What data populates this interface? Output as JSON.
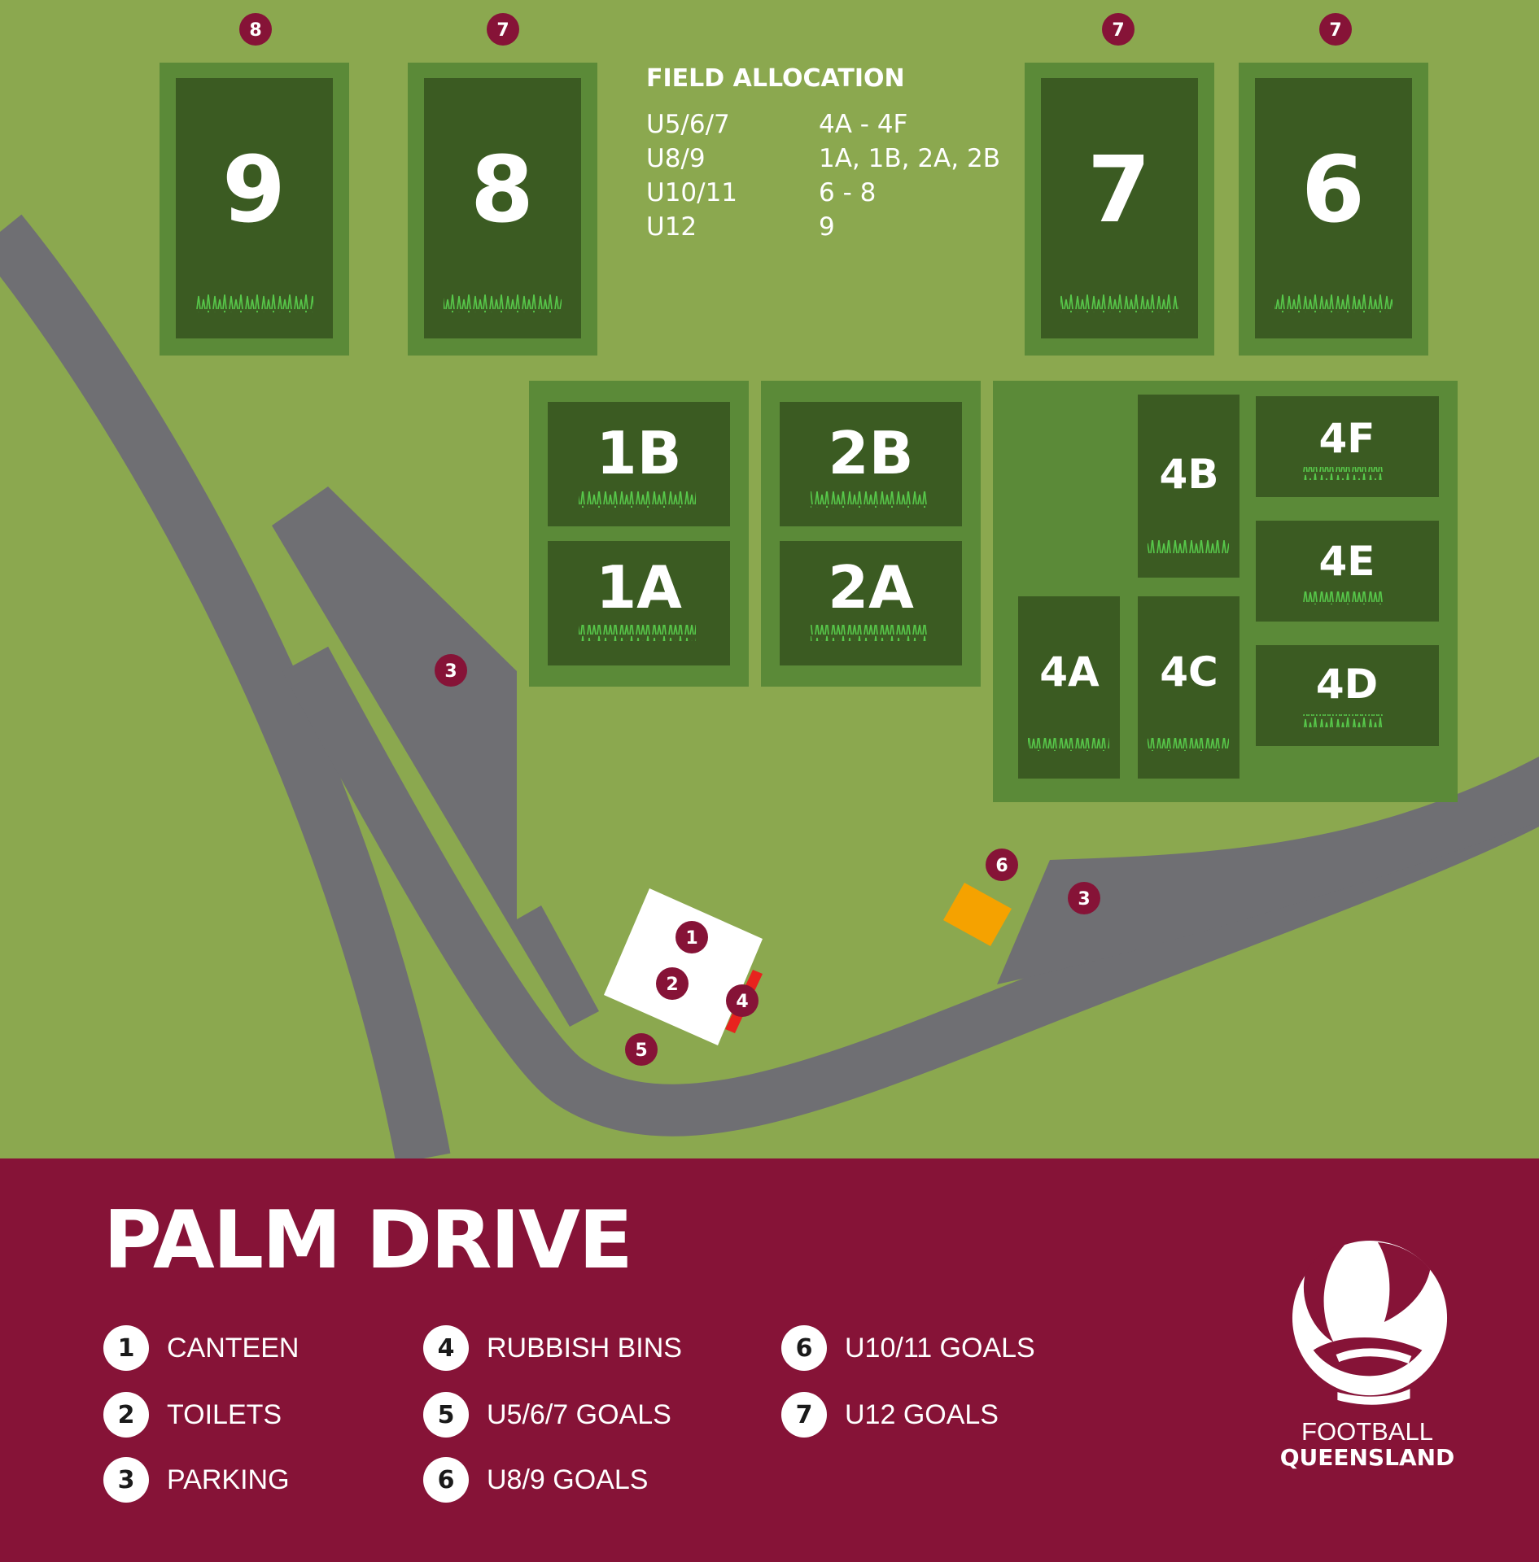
{
  "colors": {
    "grass": "#8ba84f",
    "pitch_border": "#5b8a38",
    "pitch": "#3b5b22",
    "road": "#6f6f73",
    "marker": "#861337",
    "footer": "#861337",
    "goal_block": "#f5a200",
    "bins": "#e8231e"
  },
  "pitches": {
    "p9": "9",
    "p8": "8",
    "p7": "7",
    "p6": "6",
    "p1b": "1B",
    "p1a": "1A",
    "p2b": "2B",
    "p2a": "2A",
    "p4a": "4A",
    "p4b": "4B",
    "p4c": "4C",
    "p4d": "4D",
    "p4e": "4E",
    "p4f": "4F"
  },
  "allocation": {
    "title": "FIELD ALLOCATION",
    "rows": [
      {
        "age": "U5/6/7",
        "fields": "4A - 4F"
      },
      {
        "age": "U8/9",
        "fields": "1A, 1B, 2A, 2B"
      },
      {
        "age": "U10/11",
        "fields": "6 - 8"
      },
      {
        "age": "U12",
        "fields": "9"
      }
    ]
  },
  "markers": {
    "m_field9": "8",
    "m_field8": "7",
    "m_field7": "7",
    "m_field6": "7",
    "m_parking_left": "3",
    "m_parking_right": "3",
    "m_goals_u10": "6",
    "m_canteen": "1",
    "m_toilets": "2",
    "m_bins": "4",
    "m_goals_u5": "5"
  },
  "venue": {
    "title": "PALM DRIVE"
  },
  "legend": [
    {
      "num": "1",
      "label": "CANTEEN"
    },
    {
      "num": "2",
      "label": "TOILETS"
    },
    {
      "num": "3",
      "label": "PARKING"
    },
    {
      "num": "4",
      "label": "RUBBISH BINS"
    },
    {
      "num": "5",
      "label": "U5/6/7 GOALS"
    },
    {
      "num": "6",
      "label": "U8/9 GOALS"
    },
    {
      "num": "6",
      "label": "U10/11 GOALS"
    },
    {
      "num": "7",
      "label": "U12 GOALS"
    }
  ],
  "logo": {
    "line1": "FOOTBALL",
    "line2": "QUEENSLAND"
  }
}
